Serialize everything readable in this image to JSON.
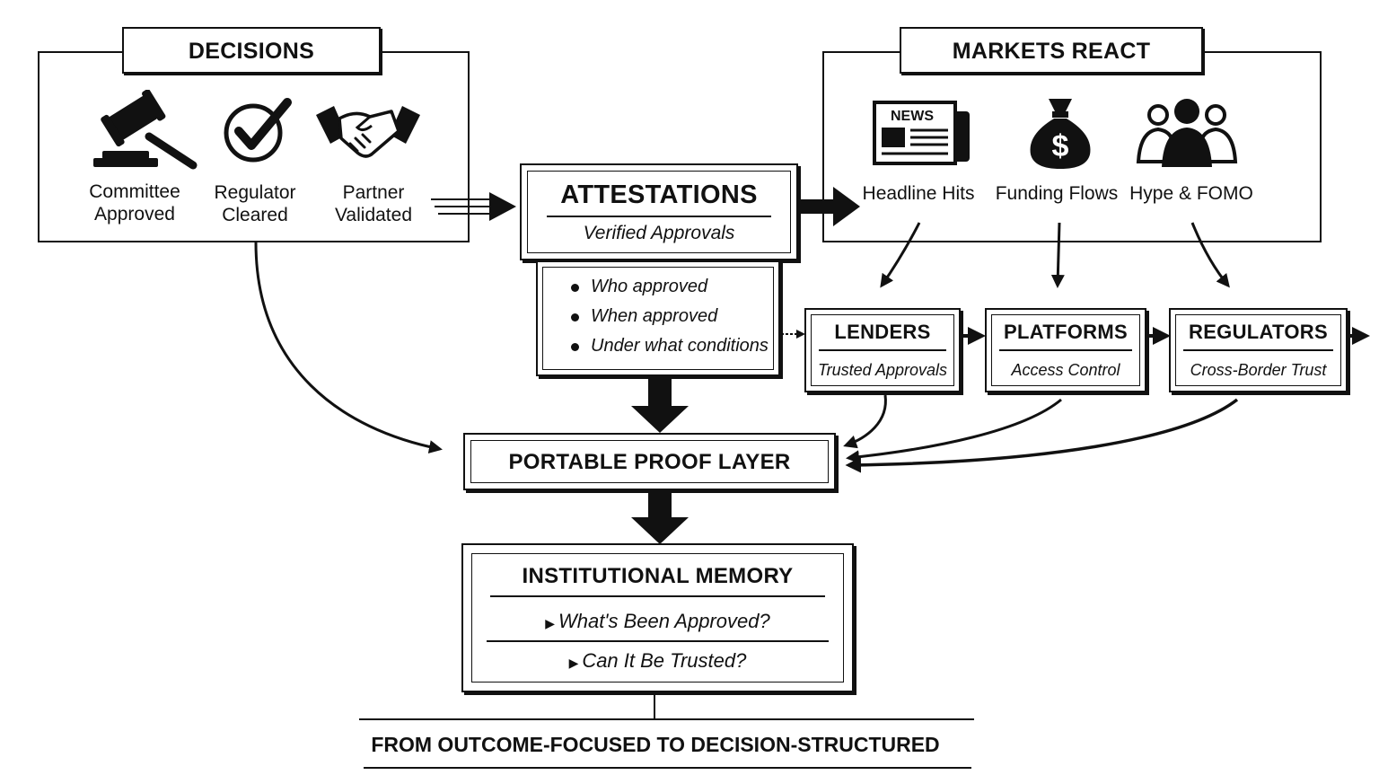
{
  "decisions": {
    "title": "DECISIONS",
    "items": [
      {
        "label": "Committee Approved",
        "icon": "gavel-icon"
      },
      {
        "label": "Regulator Cleared",
        "icon": "checkmark-icon"
      },
      {
        "label": "Partner Validated",
        "icon": "handshake-icon"
      }
    ]
  },
  "markets": {
    "title": "MARKETS REACT",
    "items": [
      {
        "label": "Headline Hits",
        "icon": "newspaper-icon"
      },
      {
        "label": "Funding Flows",
        "icon": "money-bag-icon"
      },
      {
        "label": "Hype & FOMO",
        "icon": "crowd-icon"
      }
    ],
    "news_text": "NEWS",
    "money_symbol": "$"
  },
  "attestations": {
    "title": "ATTESTATIONS",
    "subtitle": "Verified Approvals",
    "bullets": [
      "Who approved",
      "When approved",
      "Under what conditions"
    ]
  },
  "consumers": [
    {
      "title": "LENDERS",
      "subtitle": "Trusted Approvals"
    },
    {
      "title": "PLATFORMS",
      "subtitle": "Access Control"
    },
    {
      "title": "REGULATORS",
      "subtitle": "Cross-Border Trust"
    }
  ],
  "proof_layer": {
    "title": "PORTABLE PROOF LAYER"
  },
  "memory": {
    "title": "INSTITUTIONAL MEMORY",
    "questions": [
      "What's Been Approved?",
      "Can It Be Trusted?"
    ]
  },
  "footer": {
    "text": "FROM OUTCOME-FOCUSED TO DECISION-STRUCTURED"
  },
  "colors": {
    "ink": "#111111",
    "background": "#ffffff"
  }
}
